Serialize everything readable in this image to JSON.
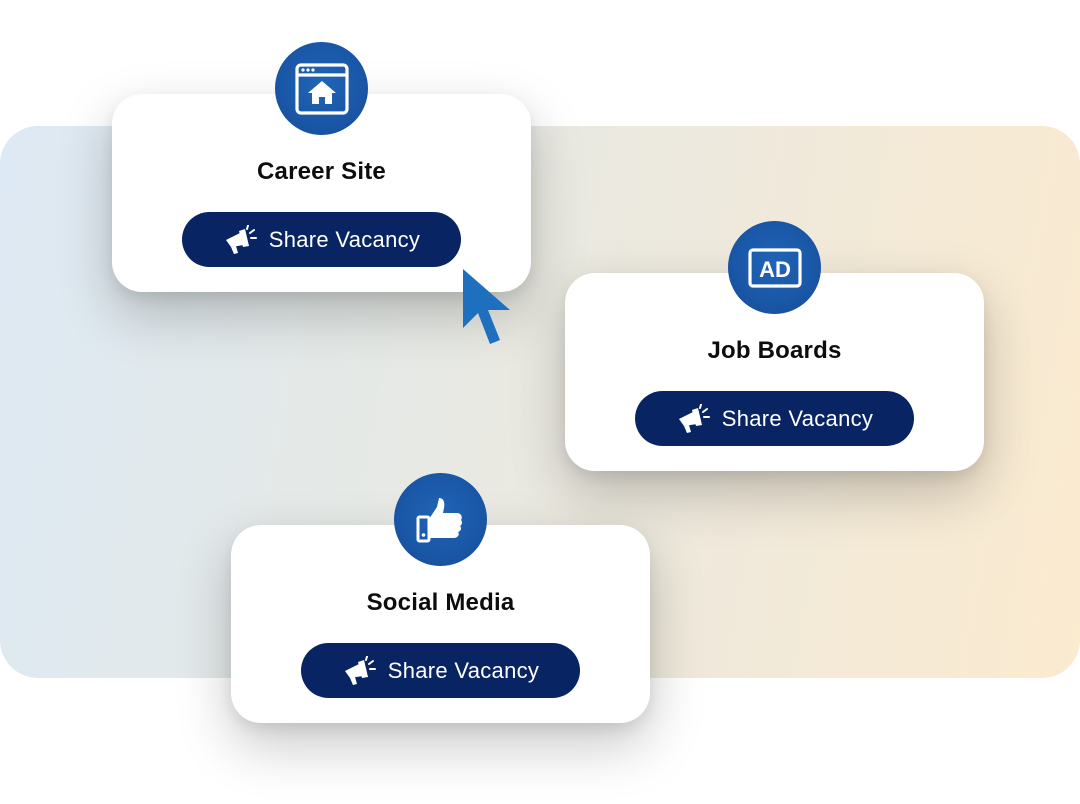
{
  "colors": {
    "badge_blue": "#1a56a6",
    "button_navy": "#082463",
    "cursor_blue": "#1f6fbf"
  },
  "cards": [
    {
      "title": "Career Site",
      "icon": "website-home-icon",
      "button_label": "Share Vacancy",
      "button_icon": "megaphone-icon"
    },
    {
      "title": "Job Boards",
      "icon": "ad-icon",
      "icon_text": "AD",
      "button_label": "Share Vacancy",
      "button_icon": "megaphone-icon"
    },
    {
      "title": "Social Media",
      "icon": "thumbs-up-icon",
      "button_label": "Share Vacancy",
      "button_icon": "megaphone-icon"
    }
  ],
  "cursor": {
    "icon": "mouse-pointer-icon"
  }
}
